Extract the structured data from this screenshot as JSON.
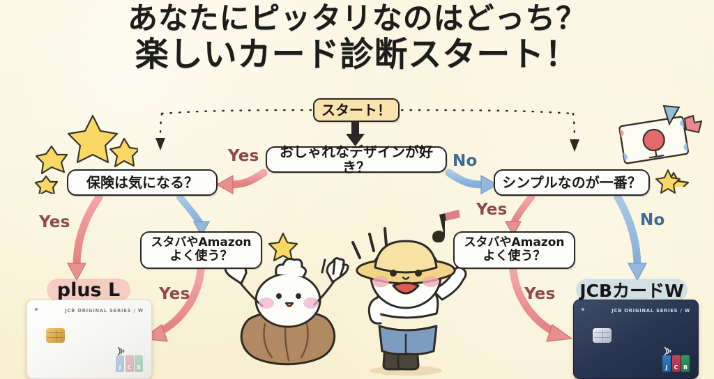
{
  "meta": {
    "background_color": "#fbf5dc",
    "accent_yes_color": "#8e4a44",
    "accent_no_color": "#3d6a96",
    "arrow_yes_color": "#e98e8e",
    "arrow_no_color": "#93b8dd",
    "start_box_color": "#fbe3ae"
  },
  "title": {
    "line1": "あなたにピッタリなのはどっち？",
    "line2": "楽しいカード診断スタート！"
  },
  "flow": {
    "start": {
      "label": "スタート！"
    },
    "nodes": [
      {
        "id": "design",
        "label": "おしゃれなデザインが好き？"
      },
      {
        "id": "insurance",
        "label": "保険は気になる？"
      },
      {
        "id": "simple",
        "label": "シンプルなのが一番？"
      },
      {
        "id": "amazon_left",
        "line1": "スタバやAmazon",
        "line2": "よく使う？"
      },
      {
        "id": "amazon_right",
        "line1": "スタバやAmazon",
        "line2": "よく使う？"
      }
    ],
    "edges": [
      {
        "id": "design_yes",
        "label": "Yes",
        "type": "yes"
      },
      {
        "id": "design_no",
        "label": "No",
        "type": "no"
      },
      {
        "id": "insurance_yes",
        "label": "Yes",
        "type": "yes"
      },
      {
        "id": "amazon_left_yes",
        "label": "Yes",
        "type": "yes"
      },
      {
        "id": "simple_yes",
        "label": "Yes",
        "type": "yes"
      },
      {
        "id": "amazon_right_yes",
        "label": "Yes",
        "type": "yes"
      },
      {
        "id": "simple_no",
        "label": "No",
        "type": "no"
      }
    ]
  },
  "results": {
    "left": {
      "label": "plus L",
      "highlight": "#f0a0a5"
    },
    "right": {
      "label": "JCBカードW",
      "highlight": "#a8c8e4"
    }
  },
  "cards": {
    "left": {
      "series_text": "JCB ORIGINAL SERIES / W",
      "color": "#ffffff"
    },
    "right": {
      "series_text": "JCB ORIGINAL SERIES / W",
      "color": "#2a3753"
    }
  },
  "icons": {
    "star": "star-icon",
    "music_note": "music-note-icon",
    "banknote": "banknote-icon",
    "arrow_down": "arrow-down-icon",
    "contactless": "contactless-icon",
    "chip": "card-chip-icon",
    "jcb_logo": "jcb-logo-icon",
    "character_farmer": "farmer-character-icon",
    "character_bird": "bird-character-icon"
  }
}
